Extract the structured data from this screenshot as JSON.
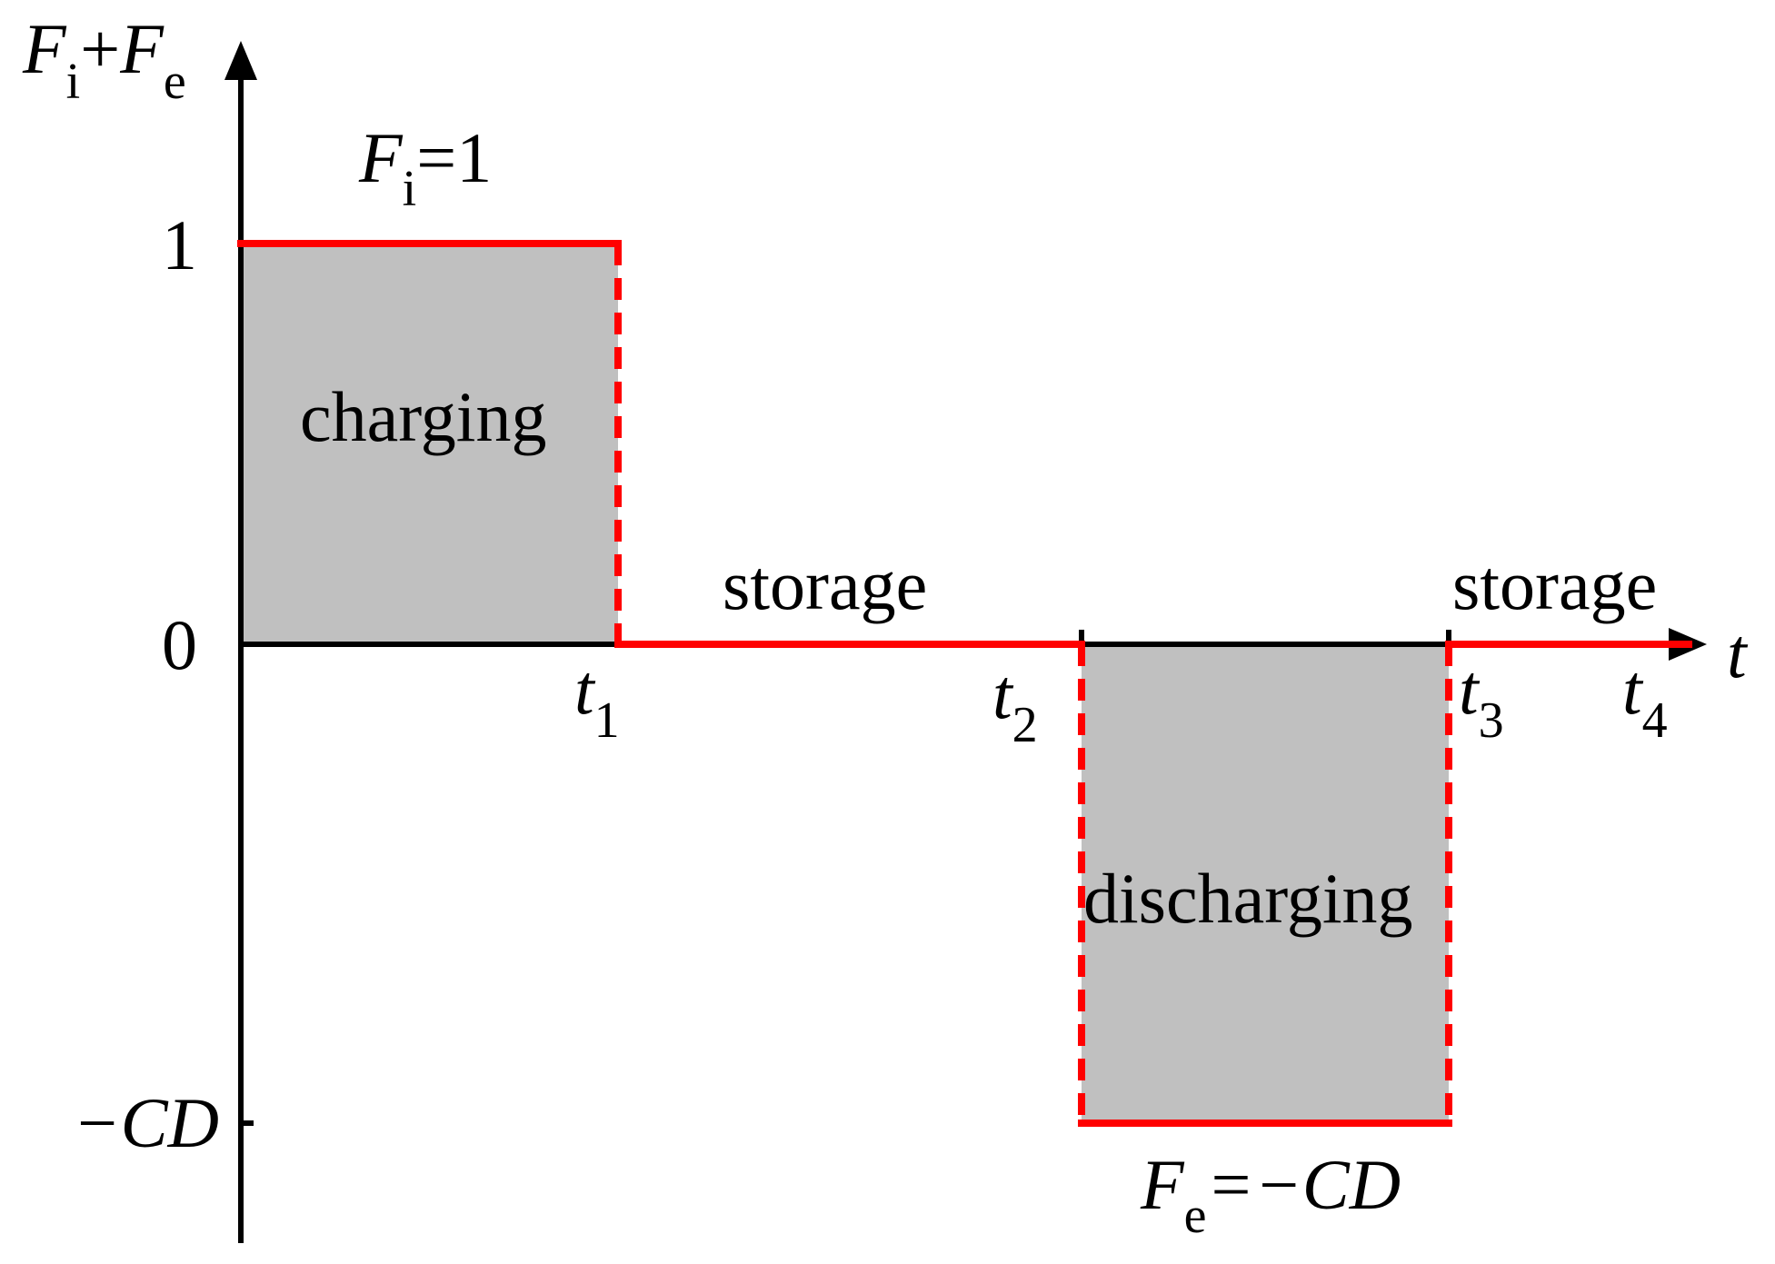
{
  "colors": {
    "profile": "#ff0000",
    "fill": "#c0c0c0",
    "axis": "#000000",
    "background": "#ffffff"
  },
  "y_axis": {
    "label": {
      "main1": "F",
      "sub1": "i",
      "plus": "+",
      "main2": "F",
      "sub2": "e"
    },
    "ticks": {
      "one": "1",
      "zero": "0",
      "neg": "−CD"
    }
  },
  "x_axis": {
    "label": "t",
    "ticks": [
      {
        "main": "t",
        "sub": "1"
      },
      {
        "main": "t",
        "sub": "2"
      },
      {
        "main": "t",
        "sub": "3"
      },
      {
        "main": "t",
        "sub": "4"
      }
    ]
  },
  "annotations": {
    "fi_main": "F",
    "fi_sub": "i",
    "fi_value": "=1",
    "fe_main": "F",
    "fe_sub": "e",
    "fe_value": "=−CD",
    "charging": "charging",
    "storage_1": "storage",
    "discharging": "discharging",
    "storage_2": "storage"
  }
}
